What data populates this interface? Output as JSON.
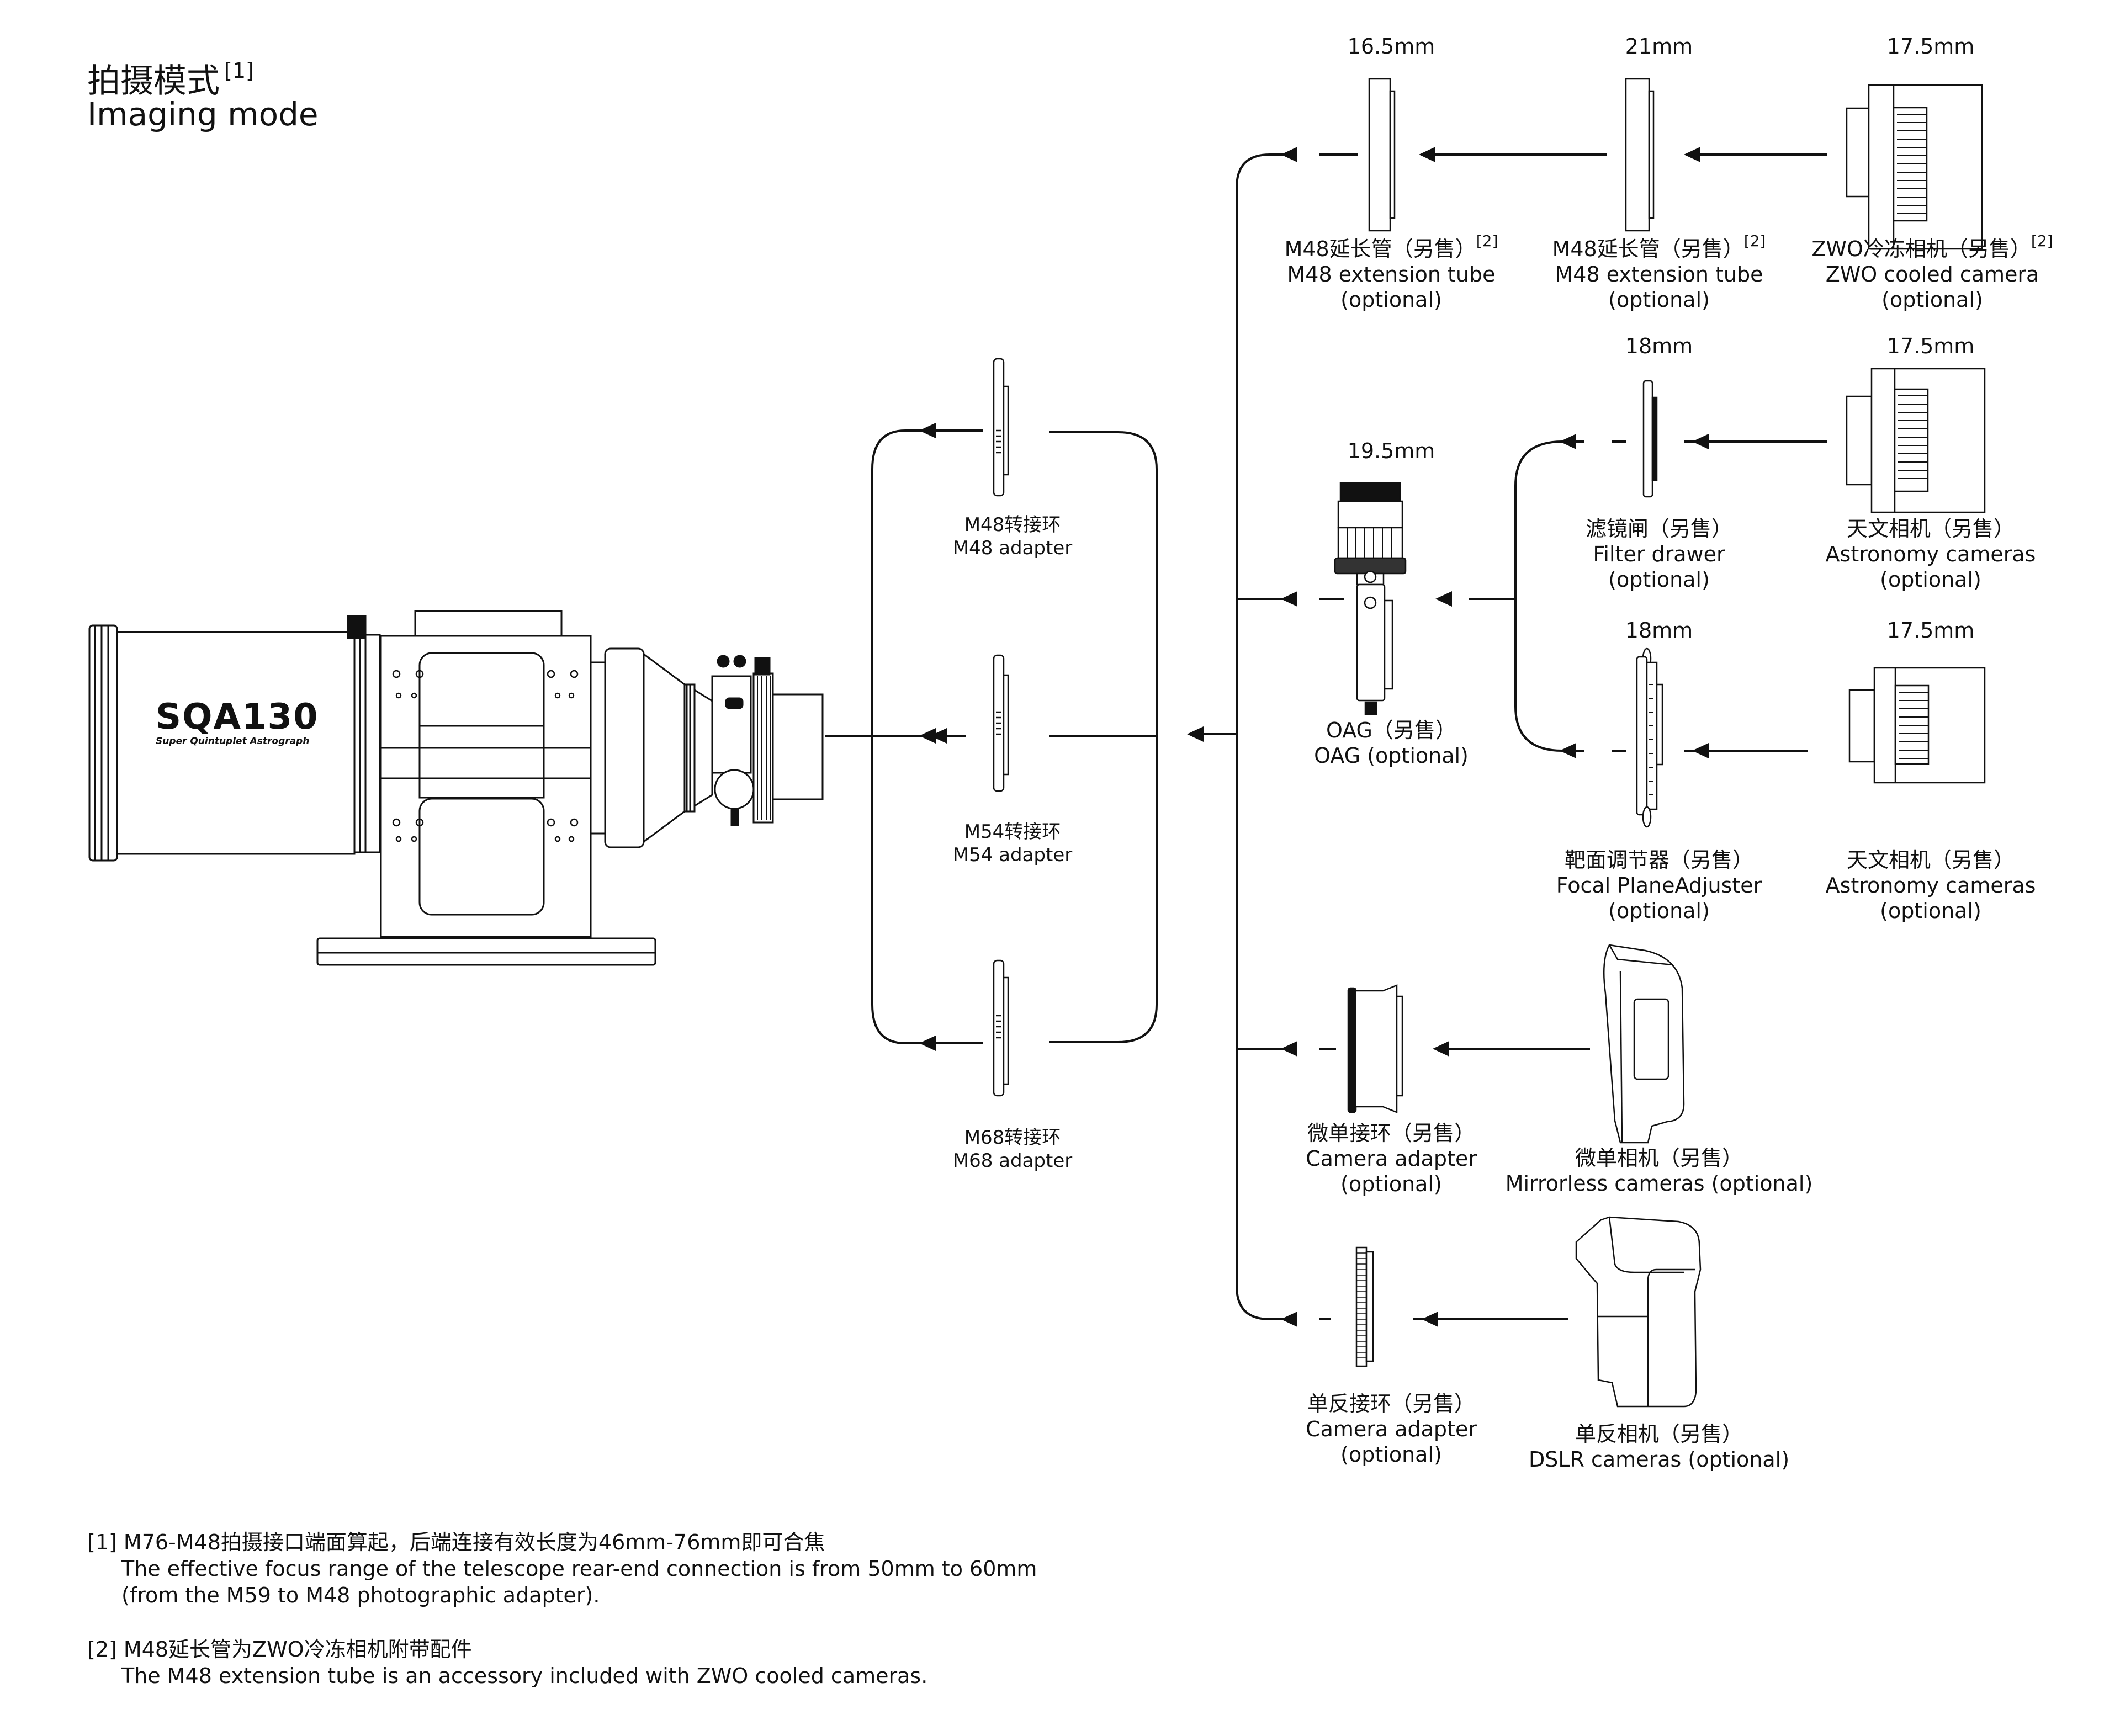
{
  "header": {
    "title_cn": "拍摄模式",
    "title_ref": "[1]",
    "title_en": "Imaging mode"
  },
  "telescope": {
    "brand": "SQA130",
    "subtitle": "Super Quintuplet Astrograph"
  },
  "adapters": [
    {
      "cn": "M48转接环",
      "en": "M48 adapter"
    },
    {
      "cn": "M54转接环",
      "en": "M54 adapter"
    },
    {
      "cn": "M68转接环",
      "en": "M68 adapter"
    }
  ],
  "branches": {
    "row1": {
      "items": [
        {
          "dimension": "16.5mm",
          "cn": "M48延长管（另售）",
          "ref": "[2]",
          "en": "M48 extension tube",
          "note": "(optional)"
        },
        {
          "dimension": "21mm",
          "cn": "M48延长管（另售）",
          "ref": "[2]",
          "en": "M48 extension tube",
          "note": "(optional)"
        },
        {
          "dimension": "17.5mm",
          "cn": "ZWO冷冻相机（另售）",
          "ref": "[2]",
          "en": "ZWO cooled camera",
          "note": "(optional)"
        }
      ]
    },
    "oag": {
      "dimension": "19.5mm",
      "cn": "OAG（另售）",
      "en": "OAG (optional)"
    },
    "oag_sub1": {
      "items": [
        {
          "dimension": "18mm",
          "cn": "滤镜闸（另售）",
          "en": "Filter drawer",
          "note": "(optional)"
        },
        {
          "dimension": "17.5mm",
          "cn": "天文相机（另售）",
          "en": "Astronomy cameras",
          "note": "(optional)"
        }
      ]
    },
    "oag_sub2": {
      "items": [
        {
          "dimension": "18mm",
          "cn": "靶面调节器（另售）",
          "en": "Focal PlaneAdjuster",
          "note": "(optional)"
        },
        {
          "dimension": "17.5mm",
          "cn": "天文相机（另售）",
          "en": "Astronomy cameras",
          "note": "(optional)"
        }
      ]
    },
    "mirrorless": {
      "adapter": {
        "cn": "微单接环（另售）",
        "en": "Camera adapter",
        "note": "(optional)"
      },
      "camera": {
        "cn": "微单相机（另售）",
        "en": "Mirrorless cameras (optional)"
      }
    },
    "dslr": {
      "adapter": {
        "cn": "单反接环（另售）",
        "en": "Camera adapter",
        "note": "(optional)"
      },
      "camera": {
        "cn": "单反相机（另售）",
        "en": "DSLR cameras  (optional)"
      }
    }
  },
  "footnotes": [
    {
      "ref": "[1]",
      "cn": "M76-M48拍摄接口端面算起，后端连接有效长度为46mm-76mm即可合焦",
      "en_lines": [
        "The effective focus range of the telescope rear-end connection is from 50mm to 60mm",
        "(from the M59 to M48 photographic adapter)."
      ]
    },
    {
      "ref": "[2]",
      "cn": "M48延长管为ZWO冷冻相机附带配件",
      "en_lines": [
        "The M48 extension tube is an accessory included with ZWO cooled cameras."
      ]
    }
  ]
}
